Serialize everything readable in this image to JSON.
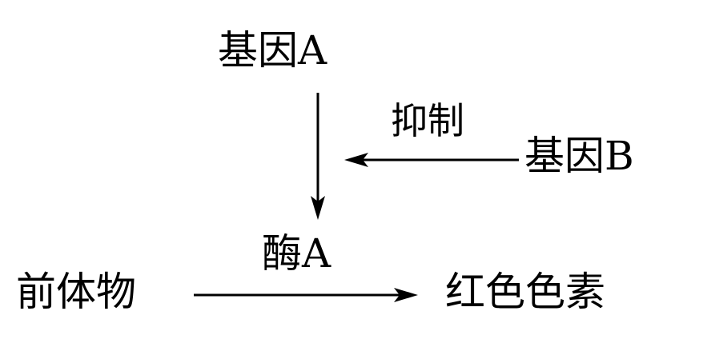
{
  "nodes": {
    "gene_a": "基因A",
    "gene_b": "基因B",
    "enzyme_a": "酶A",
    "precursor": "前体物",
    "red_pigment": "红色色素"
  },
  "edges": {
    "inhibit": "抑制"
  },
  "colors": {
    "text": "#000000",
    "line": "#000000",
    "background": "#ffffff"
  }
}
